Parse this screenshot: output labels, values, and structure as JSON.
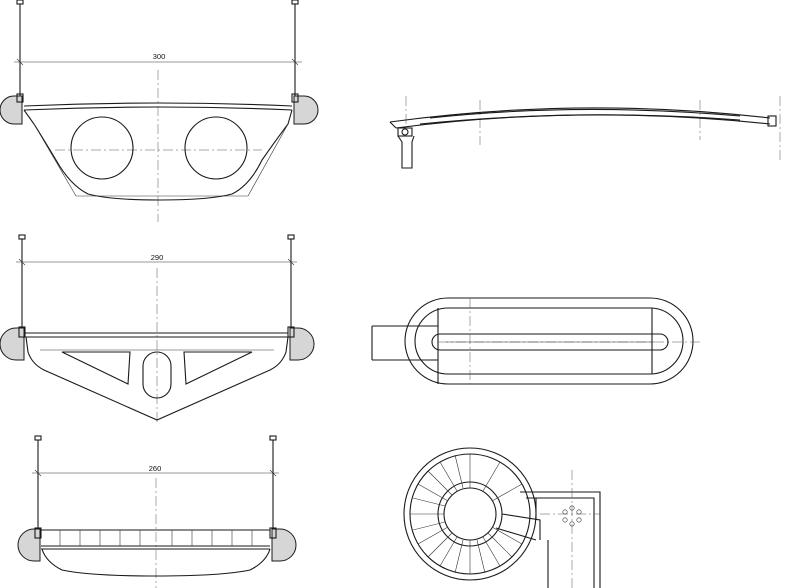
{
  "drawing": {
    "dimensions": {
      "section_1": "300",
      "section_2": "290",
      "section_3": "260"
    }
  }
}
